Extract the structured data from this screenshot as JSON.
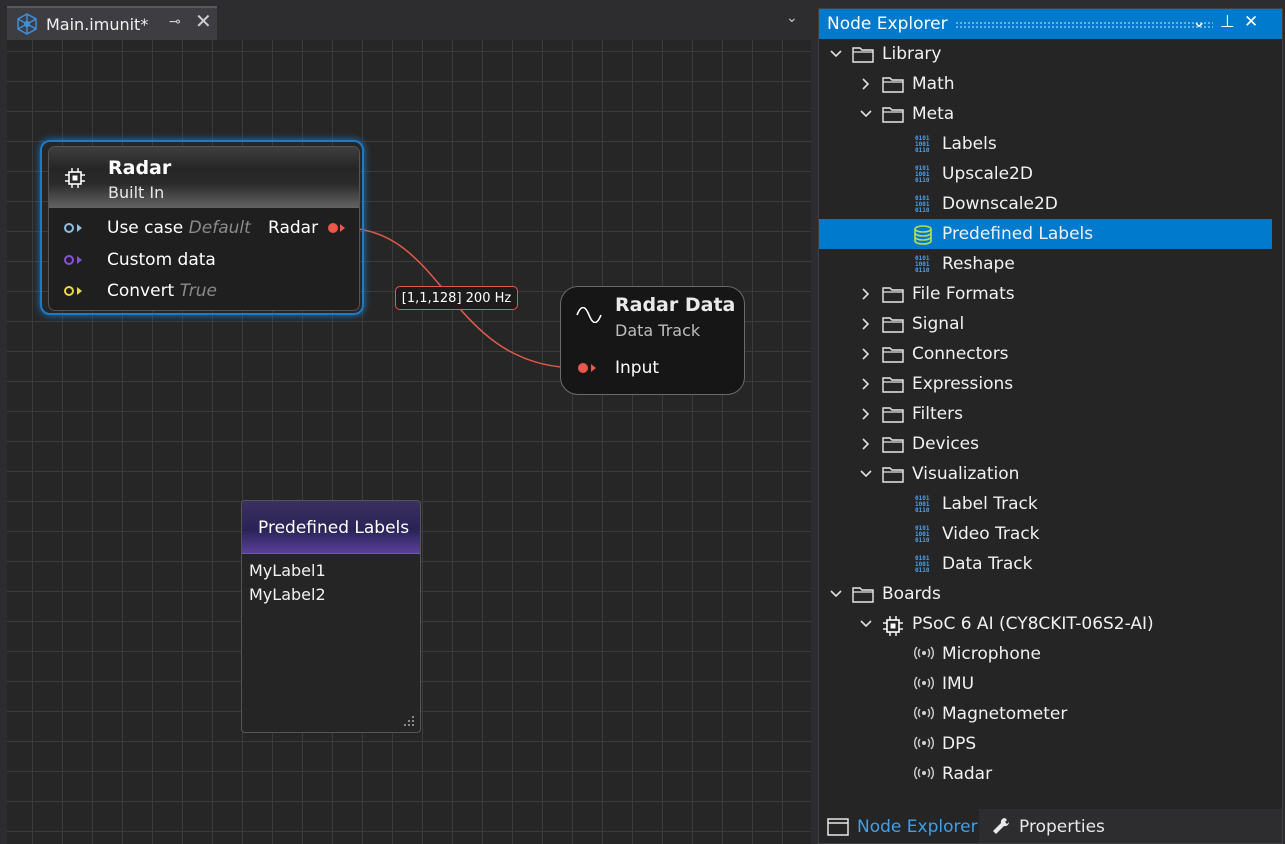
{
  "document": {
    "tab_title": "Main.imunit*",
    "pin_glyph": "⊸",
    "close_glyph": "✕",
    "overflow_glyph": "⌄"
  },
  "nodes": {
    "radar": {
      "title": "Radar",
      "subtitle": "Built In",
      "inputs": [
        {
          "label": "Use case",
          "value": "Default",
          "color": "#8fbce0"
        },
        {
          "label": "Custom data",
          "value": "",
          "color": "#8a4fe0"
        },
        {
          "label": "Convert",
          "value": "True",
          "color": "#e8d84a"
        }
      ],
      "output": {
        "label": "Radar",
        "color": "#e9584a"
      }
    },
    "radar_data": {
      "title": "Radar Data",
      "subtitle": "Data Track",
      "icon": "sine-wave-icon",
      "input": {
        "label": "Input",
        "color": "#e9584a"
      }
    },
    "predefined_labels": {
      "title": "Predefined Labels",
      "items": [
        "MyLabel1",
        "MyLabel2"
      ]
    },
    "connection": {
      "label": "[1,1,128] 200 Hz",
      "color": "#e05a4a"
    }
  },
  "node_explorer": {
    "title": "Node Explorer",
    "header_buttons": {
      "dropdown": "⌄",
      "pin": "⊥",
      "close": "✕"
    },
    "accent_color": "#007acc",
    "tree": [
      {
        "label": "Library",
        "depth": 0,
        "expander": "expanded",
        "icon": "folder-icon"
      },
      {
        "label": "Math",
        "depth": 1,
        "expander": "collapsed",
        "icon": "folder-icon"
      },
      {
        "label": "Meta",
        "depth": 1,
        "expander": "expanded",
        "icon": "folder-icon"
      },
      {
        "label": "Labels",
        "depth": 2,
        "expander": "none",
        "icon": "binary-icon"
      },
      {
        "label": "Upscale2D",
        "depth": 2,
        "expander": "none",
        "icon": "binary-icon"
      },
      {
        "label": "Downscale2D",
        "depth": 2,
        "expander": "none",
        "icon": "binary-icon"
      },
      {
        "label": "Predefined Labels",
        "depth": 2,
        "expander": "none",
        "icon": "database-icon",
        "selected": true
      },
      {
        "label": "Reshape",
        "depth": 2,
        "expander": "none",
        "icon": "binary-icon"
      },
      {
        "label": "File Formats",
        "depth": 1,
        "expander": "collapsed",
        "icon": "folder-icon"
      },
      {
        "label": "Signal",
        "depth": 1,
        "expander": "collapsed",
        "icon": "folder-icon"
      },
      {
        "label": "Connectors",
        "depth": 1,
        "expander": "collapsed",
        "icon": "folder-icon"
      },
      {
        "label": "Expressions",
        "depth": 1,
        "expander": "collapsed",
        "icon": "folder-icon"
      },
      {
        "label": "Filters",
        "depth": 1,
        "expander": "collapsed",
        "icon": "folder-icon"
      },
      {
        "label": "Devices",
        "depth": 1,
        "expander": "collapsed",
        "icon": "folder-icon"
      },
      {
        "label": "Visualization",
        "depth": 1,
        "expander": "expanded",
        "icon": "folder-icon"
      },
      {
        "label": "Label Track",
        "depth": 2,
        "expander": "none",
        "icon": "binary-icon"
      },
      {
        "label": "Video Track",
        "depth": 2,
        "expander": "none",
        "icon": "binary-icon"
      },
      {
        "label": "Data Track",
        "depth": 2,
        "expander": "none",
        "icon": "binary-icon"
      },
      {
        "label": "Boards",
        "depth": 0,
        "expander": "expanded",
        "icon": "folder-icon"
      },
      {
        "label": "PSoC 6 AI (CY8CKIT-06S2-AI)",
        "depth": 1,
        "expander": "expanded",
        "icon": "chip-icon"
      },
      {
        "label": "Microphone",
        "depth": 2,
        "expander": "none",
        "icon": "sensor-icon"
      },
      {
        "label": "IMU",
        "depth": 2,
        "expander": "none",
        "icon": "sensor-icon"
      },
      {
        "label": "Magnetometer",
        "depth": 2,
        "expander": "none",
        "icon": "sensor-icon"
      },
      {
        "label": "DPS",
        "depth": 2,
        "expander": "none",
        "icon": "sensor-icon"
      },
      {
        "label": "Radar",
        "depth": 2,
        "expander": "none",
        "icon": "sensor-icon"
      }
    ],
    "bottom_tabs": [
      {
        "label": "Node Explorer",
        "icon": "window-icon",
        "active": true
      },
      {
        "label": "Properties",
        "icon": "wrench-icon",
        "active": false
      }
    ]
  }
}
